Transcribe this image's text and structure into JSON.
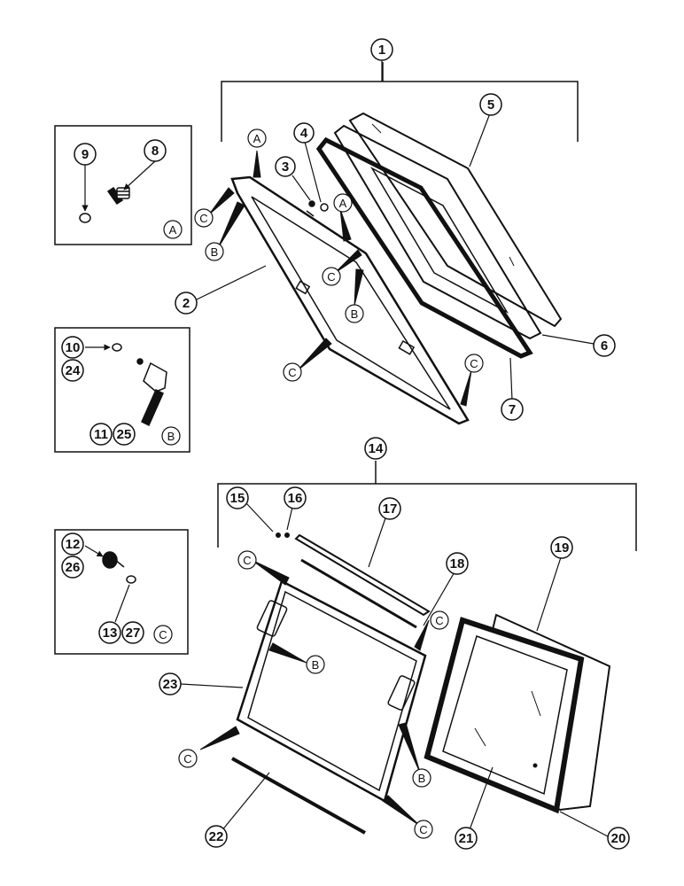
{
  "callouts": {
    "c1": "1",
    "c2": "2",
    "c3": "3",
    "c4": "4",
    "c5": "5",
    "c6": "6",
    "c7": "7",
    "c8": "8",
    "c9": "9",
    "c10": "10",
    "c11": "11",
    "c12": "12",
    "c13": "13",
    "c14": "14",
    "c15": "15",
    "c16": "16",
    "c17": "17",
    "c18": "18",
    "c19": "19",
    "c20": "20",
    "c21": "21",
    "c22": "22",
    "c23": "23",
    "c24": "24",
    "c25": "25",
    "c26": "26",
    "c27": "27"
  },
  "letters": {
    "a": "A",
    "b": "B",
    "c": "C"
  },
  "insets": {
    "a_label": "A",
    "b_label": "B",
    "c_label": "C"
  }
}
